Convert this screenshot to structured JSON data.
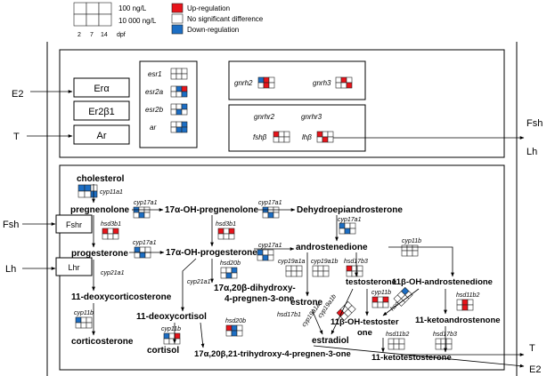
{
  "legend": {
    "conc_100": "100 ng/L",
    "conc_10000": "10 000 ng/L",
    "timepoints": [
      "2",
      "7",
      "14"
    ],
    "dpf": "dpf",
    "up": "Up-regulation",
    "nosig": "No significant difference",
    "down": "Down-regulation"
  },
  "colors": {
    "up": "#e8141b",
    "nosig": "#ffffff",
    "down": "#1c6ec4",
    "grid": "#222222"
  },
  "inputs": {
    "e2": "E2",
    "t": "T",
    "fsh": "Fsh",
    "lh": "Lh"
  },
  "outputs": {
    "fsh": "Fsh",
    "lh": "Lh",
    "t": "T",
    "e2": "E2"
  },
  "receptors": {
    "era": "Erα",
    "er2b1": "Er2β1",
    "ar": "Ar",
    "fshr": "Fshr",
    "lhr": "Lhr"
  },
  "genes": {
    "esr1": "esr1",
    "esr2a": "esr2a",
    "esr2b": "esr2b",
    "ar": "ar",
    "gnrh2": "gnrh2",
    "gnrh3": "gnrh3",
    "gnrhr2": "gnrhr2",
    "gnrhr3": "gnrhr3",
    "fshb": "fshβ",
    "lhb": "lhβ",
    "cyp11a1": "cyp11a1",
    "hsd3b1_a": "hsd3b1",
    "hsd3b1_b": "hsd3b1",
    "cyp17a1_a": "cyp17a1",
    "cyp17a1_b": "cyp17a1",
    "cyp17a1_c": "cyp17a1",
    "cyp17a1_d": "cyp17a1",
    "cyp17a1_e": "cyp17a1",
    "cyp21a1_a": "cyp21a1",
    "cyp21a1_b": "cyp21a1",
    "hsd20b_a": "hsd20b",
    "hsd20b_b": "hsd20b",
    "cyp11b_a": "cyp11b",
    "cyp11b_b": "cyp11b",
    "cyp11b_c": "cyp11b",
    "cyp11b_d": "cyp11b",
    "cyp19a1a_a": "cyp19a1a",
    "cyp19a1b_a": "cyp19a1b",
    "cyp19a1a_b": "cyp19a1a",
    "cyp19a1b_b": "cyp19a1b",
    "hsd17b3_a": "hsd17b3",
    "hsd17b3_b": "hsd17b3",
    "hsd17b3_c": "hsd17b3",
    "hsd17b1": "hsd17b1",
    "hsd11b2_a": "hsd11b2",
    "hsd11b2_b": "hsd11b2"
  },
  "steroids": {
    "cholesterol": "cholesterol",
    "pregnenolone": "pregnenolone",
    "oh_preg": "17α-OH-pregnenolone",
    "dhea": "Dehydroepiandrosterone",
    "progesterone": "progesterone",
    "oh_prog": "17α-OH-progesterone",
    "androstenedione": "androstenedione",
    "deoxycorticosterone": "11-deoxycorticosterone",
    "dihydroxy_1": "17α,20β-dihydroxy-",
    "dihydroxy_2": "4-pregnen-3-one",
    "testosterone": "testosterone",
    "ohandro": "11β-OH-androstenedione",
    "estrone": "estrone",
    "deoxycortisol": "11-deoxycortisol",
    "ohtest_1": "11β-OH-testoster",
    "ohtest_2": "one",
    "ketoandro": "11-ketoandrostenone",
    "corticosterone": "corticosterone",
    "cortisol": "cortisol",
    "trihydroxy": "17α,20β,21-trihydroxy-4-pregnen-3-one",
    "estradiol": "estradiol",
    "ketotest": "11-ketotestosterone"
  },
  "grids": {
    "legend": [
      [
        "n",
        "n",
        "n"
      ],
      [
        "n",
        "n",
        "n"
      ]
    ],
    "esr1": [
      [
        "n",
        "n",
        "n"
      ],
      [
        "n",
        "n",
        "n"
      ]
    ],
    "esr2a": [
      [
        "n",
        "d",
        "u"
      ],
      [
        "n",
        "n",
        "d"
      ]
    ],
    "esr2b": [
      [
        "n",
        "n",
        "d"
      ],
      [
        "n",
        "d",
        "n"
      ]
    ],
    "ar": [
      [
        "n",
        "n",
        "d"
      ],
      [
        "n",
        "d",
        "d"
      ]
    ],
    "gnrh2": [
      [
        "d",
        "u",
        "n"
      ],
      [
        "n",
        "u",
        "n"
      ]
    ],
    "gnrh3": [
      [
        "n",
        "u",
        "n"
      ],
      [
        "n",
        "n",
        "u"
      ]
    ],
    "fshb": [
      [
        "u",
        "n",
        "n"
      ],
      [
        "n",
        "n",
        "n"
      ]
    ],
    "lhb": [
      [
        "u",
        "n",
        "n"
      ],
      [
        "n",
        "u",
        "n"
      ]
    ],
    "cyp11a1": [
      [
        "d",
        "d",
        "n"
      ],
      [
        "n",
        "n",
        "d"
      ]
    ],
    "hsd3b1_a": [
      [
        "u",
        "n",
        "u"
      ],
      [
        "n",
        "n",
        "n"
      ]
    ],
    "cyp17a1_a": [
      [
        "d",
        "n",
        "n"
      ],
      [
        "n",
        "d",
        "n"
      ]
    ],
    "cyp17a1_b": [
      [
        "d",
        "n",
        "n"
      ],
      [
        "n",
        "d",
        "n"
      ]
    ],
    "cyp17a1_c": [
      [
        "d",
        "n",
        "n"
      ],
      [
        "n",
        "d",
        "n"
      ]
    ],
    "cyp17a1_d": [
      [
        "d",
        "n",
        "n"
      ],
      [
        "n",
        "d",
        "n"
      ]
    ],
    "cyp17a1_e": [
      [
        "d",
        "n",
        "n"
      ],
      [
        "n",
        "d",
        "n"
      ]
    ],
    "hsd3b1_b": [
      [
        "u",
        "n",
        "u"
      ],
      [
        "n",
        "n",
        "n"
      ]
    ],
    "hsd20b_a": [
      [
        "n",
        "n",
        "d"
      ],
      [
        "n",
        "d",
        "n"
      ]
    ],
    "hsd20b_b": [
      [
        "u",
        "d",
        "n"
      ],
      [
        "n",
        "d",
        "n"
      ]
    ],
    "cyp11b_a": [
      [
        "n",
        "n",
        "n"
      ],
      [
        "n",
        "n",
        "n"
      ]
    ],
    "cyp11b_b": [
      [
        "d",
        "n",
        "n"
      ],
      [
        "n",
        "n",
        "n"
      ]
    ],
    "cyp11b_c": [
      [
        "u",
        "n",
        "u"
      ],
      [
        "n",
        "n",
        "n"
      ]
    ],
    "cyp11b_d": [
      [
        "d",
        "n",
        "u"
      ],
      [
        "n",
        "n",
        "n"
      ]
    ],
    "cyp19a1a": [
      [
        "n",
        "n",
        "n"
      ],
      [
        "n",
        "n",
        "n"
      ]
    ],
    "cyp19a1b": [
      [
        "n",
        "n",
        "n"
      ],
      [
        "n",
        "n",
        "n"
      ]
    ],
    "hsd17b3_a": [
      [
        "u",
        "n",
        "n"
      ],
      [
        "n",
        "n",
        "n"
      ]
    ],
    "hsd17b3_b": [
      [
        "n",
        "n",
        "n"
      ],
      [
        "n",
        "n",
        "n"
      ]
    ],
    "hsd17b3_c": [
      [
        "n",
        "n",
        "n"
      ],
      [
        "n",
        "n",
        "n"
      ]
    ],
    "hsd11b2_a": [
      [
        "n",
        "u",
        "n"
      ],
      [
        "n",
        "u",
        "n"
      ]
    ],
    "hsd11b2_b": [
      [
        "n",
        "n",
        "n"
      ],
      [
        "n",
        "n",
        "n"
      ]
    ],
    "diag_a": [
      [
        "u",
        "n",
        "n"
      ],
      [
        "n",
        "n",
        "n"
      ]
    ],
    "diag_b": [
      [
        "n",
        "n",
        "d"
      ],
      [
        "n",
        "n",
        "n"
      ]
    ]
  }
}
